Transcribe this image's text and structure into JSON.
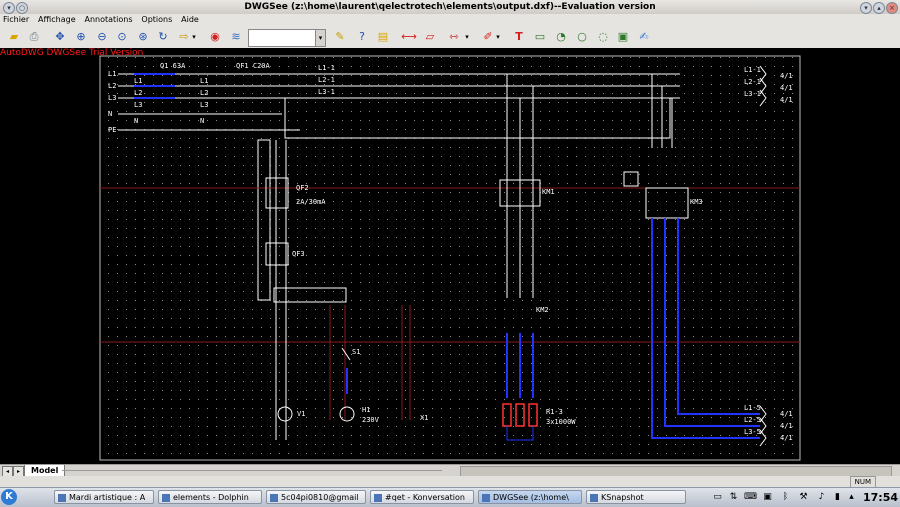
{
  "window": {
    "title": "DWGSee (z:\\home\\laurent\\qelectrotech\\elements\\output.dxf)--Evaluation version"
  },
  "menu": [
    "Fichier",
    "Affichage",
    "Annotations",
    "Options",
    "Aide"
  ],
  "toolbar": {
    "icons": [
      "open-icon",
      "print-icon",
      "pan-icon",
      "zoom-in-icon",
      "zoom-out-icon",
      "zoom-window-icon",
      "zoom-extents-icon",
      "rotate-icon",
      "next-arrow-icon",
      "layer-icon",
      "layers-icon",
      "color-icon",
      "bookmark-icon",
      "help-icon",
      "info-icon",
      "measure-distance-icon",
      "measure-area-icon",
      "dimension-icon",
      "pen-icon",
      "text-icon",
      "note-icon",
      "callout-icon",
      "cloud-icon",
      "stamp-icon",
      "export-icon",
      "brush-icon"
    ],
    "text_tool": "T"
  },
  "watermark": "AutoDWG DWGSee Trial Version",
  "drawing": {
    "bus_labels_left": [
      "L1",
      "L2",
      "L3",
      "N",
      "PE"
    ],
    "bus_labels_mid1": [
      "L1",
      "L2",
      "L3",
      "N"
    ],
    "bus_labels_mid2": [
      "L1",
      "L2",
      "L3",
      "N"
    ],
    "bus_labels_right": [
      "L1-1",
      "L2-1",
      "L3-1"
    ],
    "out_labels_top": [
      "L1-1",
      "L2-1",
      "L3-1"
    ],
    "out_refs_top": [
      "4/1",
      "4/1",
      "4/1"
    ],
    "out_labels_bottom": [
      "L1-5",
      "L2-5",
      "L3-5"
    ],
    "out_refs_bottom": [
      "4/1",
      "4/1",
      "4/1"
    ],
    "breaker_main": "QF1 C20A",
    "breaker_sub": "Q1 63A",
    "rcd": "QF2",
    "rcd_rating": "2A/30mA",
    "qf3": "QF3",
    "km1": "KM1",
    "km2": "KM2",
    "km3": "KM3",
    "sw": "S1",
    "lamp_v": "V1",
    "lamp_h": "H1",
    "lamp_h_rating": "230V",
    "x": "X1",
    "heater": "R1-3",
    "heater_rating": "3x1000W"
  },
  "tabs": {
    "model": "Model"
  },
  "status": {
    "num": "NUM"
  },
  "taskbar": {
    "start_label": "K",
    "tasks": [
      "Mardi artistique : A",
      "elements - Dolphin",
      "5c04pi0810@gmail",
      "#qet - Konversation",
      "DWGSee (z:\\home\\",
      "KSnapshot"
    ],
    "active_index": 4,
    "clock": "17:54"
  }
}
